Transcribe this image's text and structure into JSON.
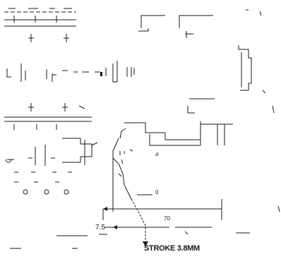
{
  "drawing": {
    "annotations": {
      "stroke": "STROKE 3.8MM",
      "offset": "7.5",
      "dimension_70": "70",
      "dimension_0": "0",
      "note_a": "A"
    },
    "colors": {
      "ink": "#1a1a1a",
      "background": "#ffffff"
    }
  }
}
